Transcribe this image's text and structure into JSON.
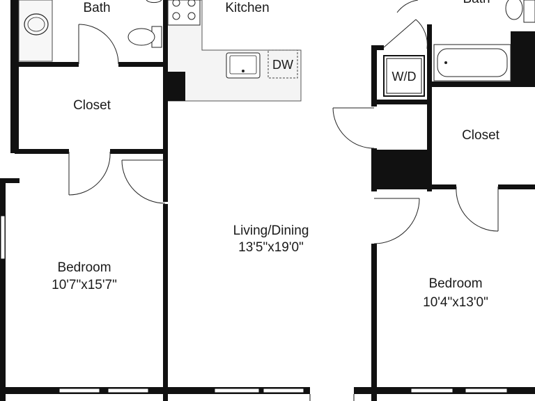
{
  "rooms": {
    "bath_left": {
      "name": "Bath"
    },
    "kitchen": {
      "name": "Kitchen"
    },
    "bath_right": {
      "name": "Bath"
    },
    "closet_left": {
      "name": "Closet"
    },
    "closet_right": {
      "name": "Closet"
    },
    "living": {
      "name": "Living/Dining",
      "size": "13'5\"x19'0\""
    },
    "bedroom_left": {
      "name": "Bedroom",
      "size": "10'7\"x15'7\""
    },
    "bedroom_right": {
      "name": "Bedroom",
      "size": "10'4\"x13'0\""
    }
  },
  "fixtures": {
    "dishwasher": "DW",
    "washer_dryer": "W/D"
  }
}
